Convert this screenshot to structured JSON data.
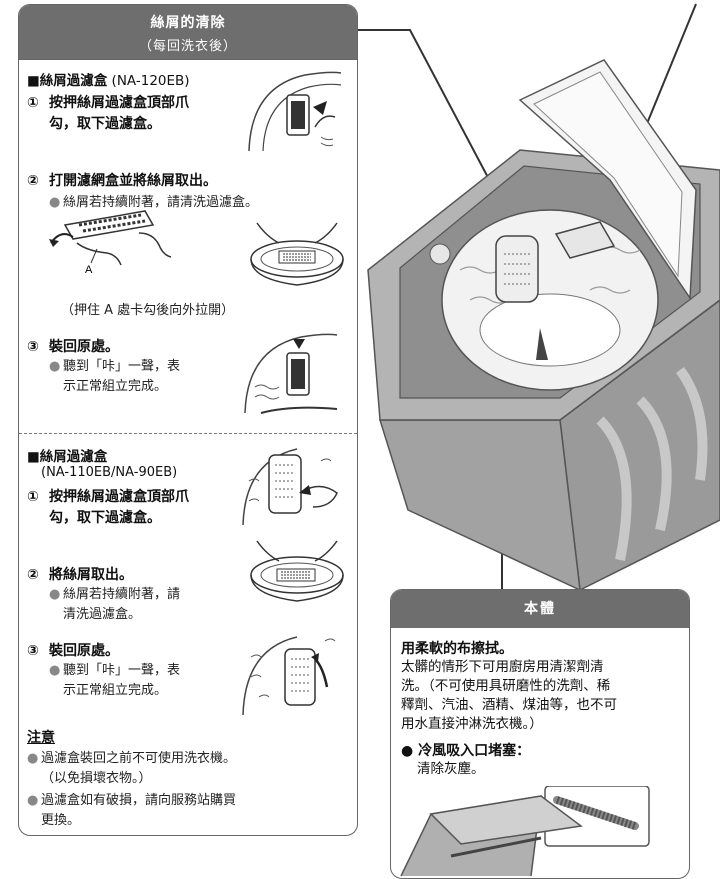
{
  "lint_panel": {
    "title": "絲屑的清除",
    "subtitle": "（每回洗衣後）",
    "section1": {
      "title": "■絲屑過濾盒",
      "model": " (NA-120EB)",
      "steps": [
        {
          "num": "①",
          "line1": "按押絲屑過濾盒頂部爪",
          "line2": "勾，取下過濾盒。"
        },
        {
          "num": "②",
          "line1": "打開濾網盒並將絲屑取出。",
          "bullet": "絲屑若持續附著，請清洗過濾盒。"
        },
        {
          "num": "③",
          "line1": "裝回原處。",
          "bullet1": "聽到「咔」一聲，表",
          "bullet2": "示正常組立完成。"
        }
      ],
      "illus_label_a": "A",
      "caption": "（押住 A 處卡勾後向外拉開）"
    },
    "section2": {
      "title": "■絲屑過濾盒",
      "model": "(NA-110EB/NA-90EB)",
      "steps": [
        {
          "num": "①",
          "line1": "按押絲屑過濾盒頂部爪",
          "line2": "勾，取下過濾盒。"
        },
        {
          "num": "②",
          "line1": "將絲屑取出。",
          "bullet1": "絲屑若持續附著，請",
          "bullet2": "清洗過濾盒。"
        },
        {
          "num": "③",
          "line1": "裝回原處。",
          "bullet1": "聽到「咔」一聲，表",
          "bullet2": "示正常組立完成。"
        }
      ]
    },
    "notes": {
      "title": "注意",
      "items": [
        {
          "line1": "過濾盒裝回之前不可使用洗衣機。",
          "line2": "（以免損壞衣物。）"
        },
        {
          "line1": "過濾盒如有破損，請向服務站購買",
          "line2": "更換。"
        }
      ]
    }
  },
  "body_panel": {
    "title": "本體",
    "bold_line": "用柔軟的布擦拭。",
    "text_lines": [
      "太髒的情形下可用廚房用清潔劑清",
      "洗。（不可使用具研磨性的洗劑、稀",
      "釋劑、汽油、酒精、煤油等，也不可",
      "用水直接沖淋洗衣機。）"
    ],
    "bullet_title": "冷風吸入口堵塞：",
    "bullet_text": "清除灰塵。"
  }
}
